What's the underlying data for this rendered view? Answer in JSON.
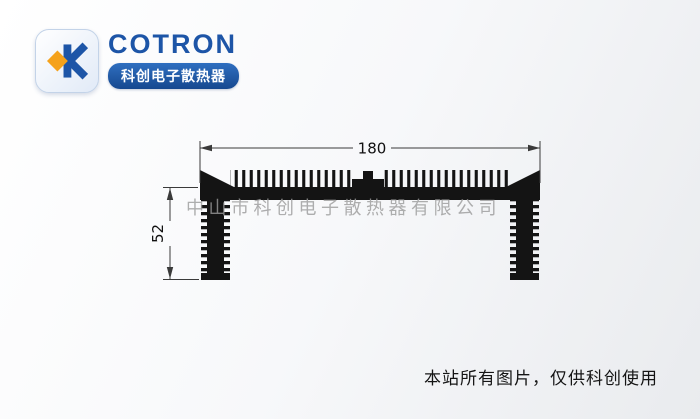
{
  "logo": {
    "brand": "COTRON",
    "subtitle": "科创电子散热器",
    "brand_color": "#1d55a7",
    "accent_color": "#f5a21b"
  },
  "drawing": {
    "type": "heatsink-extrusion-cross-section",
    "width_label": "180",
    "height_label": "52",
    "line_color": "#141414"
  },
  "watermark": "中山市科创电子散热器有限公司",
  "footer": {
    "notice": "本站所有图片，仅供科创使用"
  }
}
